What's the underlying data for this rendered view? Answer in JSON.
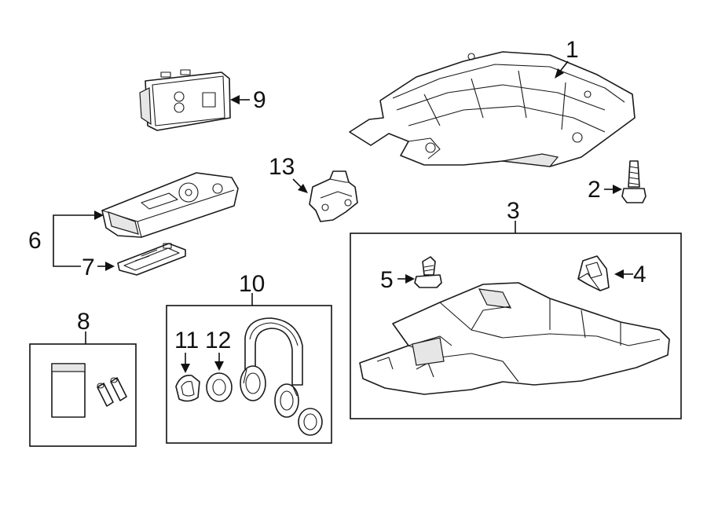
{
  "diagram": {
    "callouts": {
      "c1": "1",
      "c2": "2",
      "c3": "3",
      "c4": "4",
      "c5": "5",
      "c6": "6",
      "c7": "7",
      "c8": "8",
      "c9": "9",
      "c10": "10",
      "c11": "11",
      "c12": "12",
      "c13": "13"
    },
    "parts": {
      "p1": "mounting-plate-bracket",
      "p2": "bolt",
      "p3": "overhead-console-housing",
      "p4": "retaining-clip",
      "p5": "screw",
      "p6": "dvd-player-unit",
      "p7": "connector-cover",
      "p8": "battery-kit",
      "p9": "control-module",
      "p10": "wireless-headphones",
      "p11": "ear-cushion-ring",
      "p12": "ear-pad",
      "p13": "mounting-clip"
    },
    "colors": {
      "ink": "#111111",
      "paper": "#ffffff",
      "shade": "#e6e6e6"
    }
  }
}
